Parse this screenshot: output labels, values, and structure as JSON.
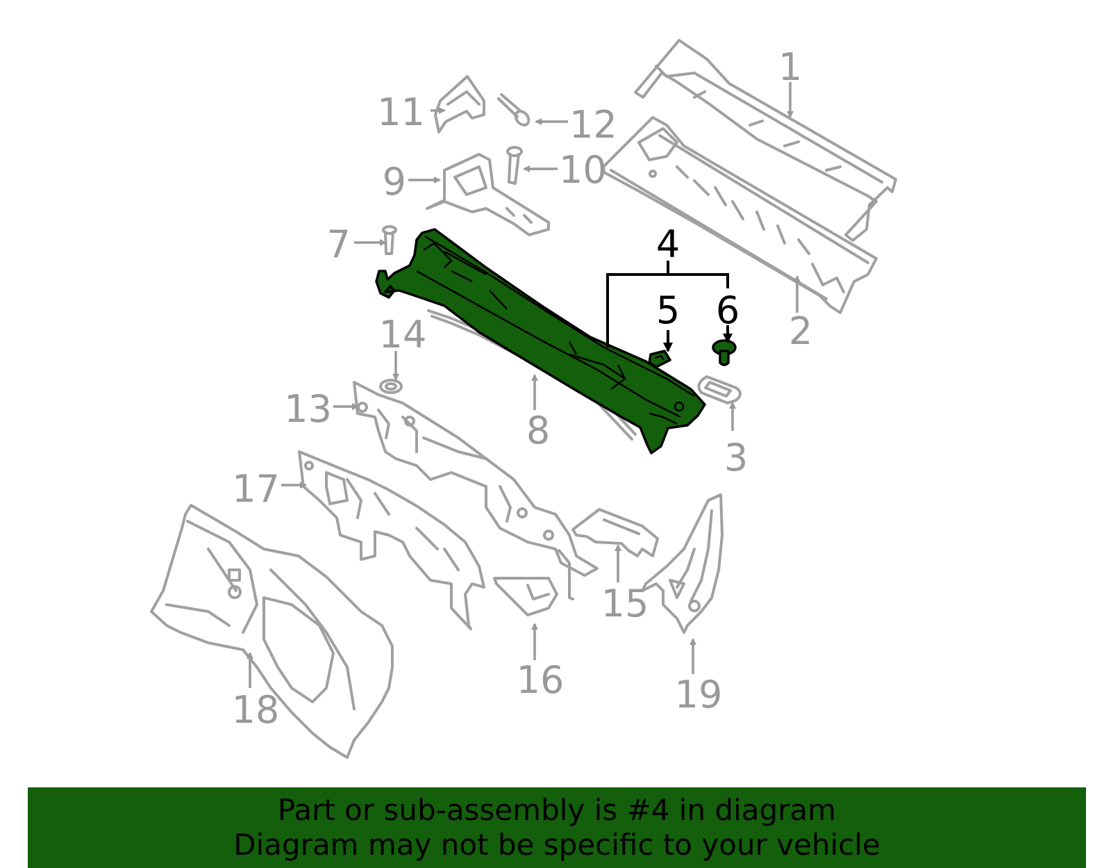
{
  "highlight_color": "#145f0c",
  "part_stroke_color": "#a0a0a0",
  "callouts": {
    "c1": "1",
    "c2": "2",
    "c3": "3",
    "c4": "4",
    "c5": "5",
    "c6": "6",
    "c7": "7",
    "c8": "8",
    "c9": "9",
    "c10": "10",
    "c11": "11",
    "c12": "12",
    "c13": "13",
    "c14": "14",
    "c15": "15",
    "c16": "16",
    "c17": "17",
    "c18": "18",
    "c19": "19"
  },
  "banner": {
    "line1": "Part or sub-assembly is #4 in diagram",
    "line2": "Diagram may not be specific to your vehicle"
  }
}
